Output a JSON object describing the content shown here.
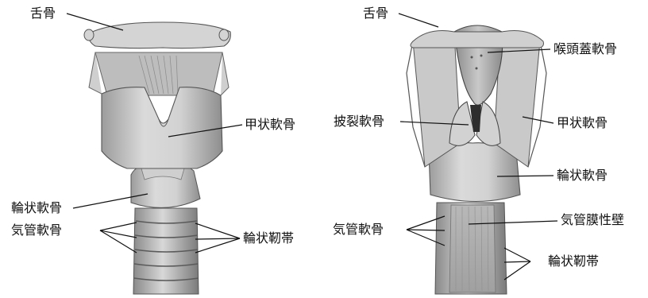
{
  "anterior_view": {
    "labels": {
      "hyoid": "舌骨",
      "thyroid_cartilage": "甲状軟骨",
      "cricoid_cartilage": "輪状軟骨",
      "tracheal_cartilages": "気管軟骨",
      "annular_ligaments": "輪状靭帯"
    }
  },
  "posterior_view": {
    "labels": {
      "hyoid": "舌骨",
      "epiglottic_cartilage": "喉頭蓋軟骨",
      "arytenoid_cartilage": "披裂軟骨",
      "thyroid_cartilage": "甲状軟骨",
      "cricoid_cartilage": "輪状軟骨",
      "tracheal_cartilages": "気管軟骨",
      "membranous_wall": "気管膜性壁",
      "annular_ligaments": "輪状靭帯"
    }
  },
  "colors": {
    "ink": "#111111",
    "cartilage_light": "#d9d9d9",
    "cartilage_mid": "#b5b5b5",
    "cartilage_dark": "#6e6e6e",
    "shadow": "#3d3d3d"
  }
}
